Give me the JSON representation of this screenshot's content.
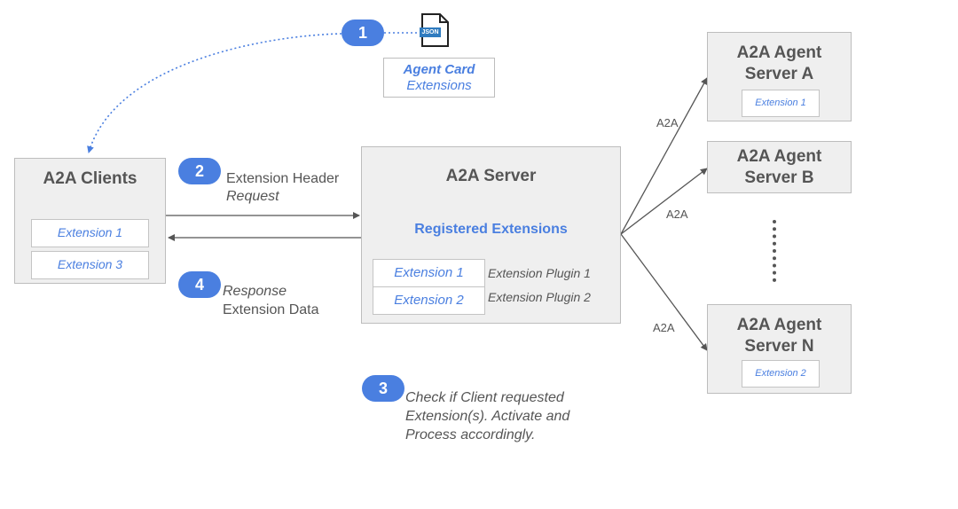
{
  "agent_card": {
    "json_icon_text": "JSON",
    "title": "Agent Card",
    "subtitle": "Extensions"
  },
  "steps": {
    "one": "1",
    "two": "2",
    "three": "3",
    "four": "4"
  },
  "clients": {
    "title": "A2A Clients",
    "extensions": [
      "Extension 1",
      "Extension 3"
    ]
  },
  "request_label": {
    "line1": "Extension Header",
    "line2": "Request"
  },
  "response_label": {
    "line1": "Response",
    "line2": "Extension Data"
  },
  "server": {
    "title": "A2A Server",
    "registered_heading": "Registered Extensions",
    "extensions": [
      "Extension 1",
      "Extension 2"
    ],
    "plugins": [
      "Extension Plugin 1",
      "Extension Plugin 2"
    ]
  },
  "step3_text": {
    "line1": "Check if Client requested",
    "line2": "Extension(s). Activate and",
    "line3": "Process accordingly."
  },
  "agents": {
    "a": {
      "title_line1": "A2A Agent",
      "title_line2": "Server A",
      "extension": "Extension 1"
    },
    "b": {
      "title_line1": "A2A Agent",
      "title_line2": "Server B"
    },
    "n": {
      "title_line1": "A2A Agent",
      "title_line2": "Server N",
      "extension": "Extension 2"
    }
  },
  "edge_labels": [
    "A2A",
    "A2A",
    "A2A"
  ],
  "colors": {
    "accent": "#4a7fe0",
    "box_fill": "#efefef",
    "box_border": "#bdbdbd",
    "text": "#555555"
  }
}
